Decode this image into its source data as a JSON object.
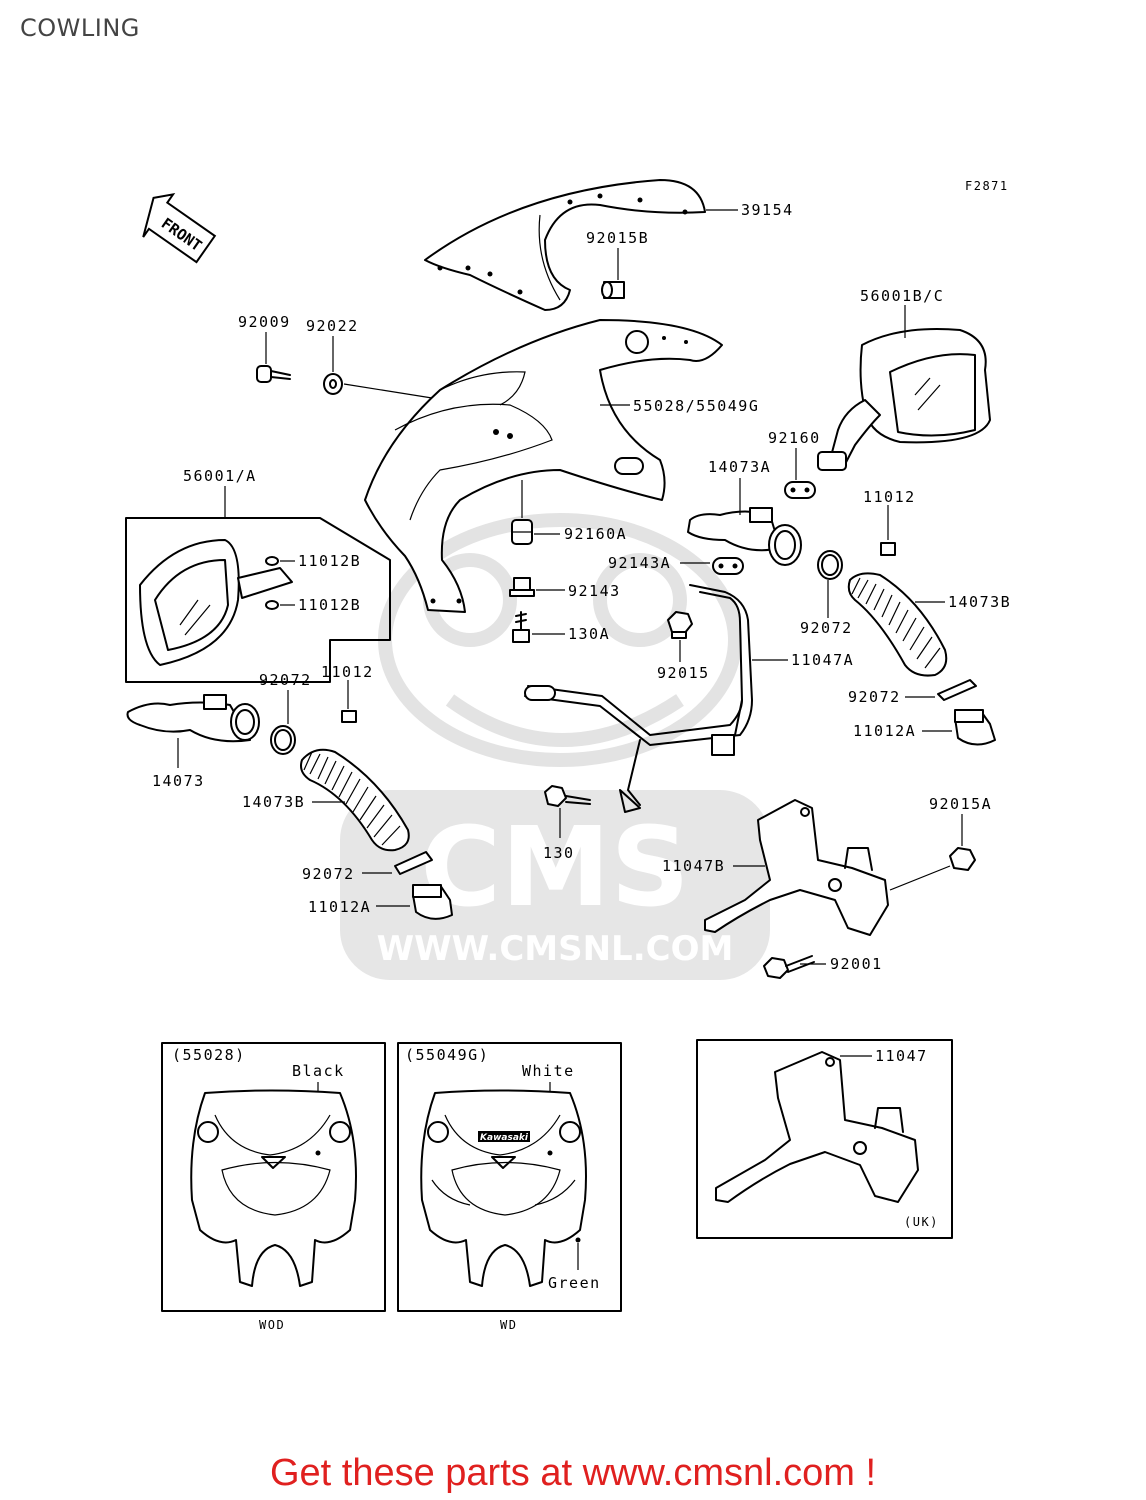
{
  "page": {
    "title": "COWLING",
    "footer": "Get these parts at www.cmsnl.com !"
  },
  "diagram": {
    "figure_code": "F2871",
    "front_arrow": "FRONT",
    "watermark": {
      "brand": "CMS",
      "url": "WWW.CMSNL.COM"
    },
    "labels": {
      "p39154": "39154",
      "p92015B": "92015B",
      "p56001BC": "56001B/C",
      "p92009": "92009",
      "p92022": "92022",
      "p55028_55049G": "55028/55049G",
      "p92160": "92160",
      "p14073A": "14073A",
      "p11012_r": "11012",
      "p56001A": "56001/A",
      "p11012B_1": "11012B",
      "p11012B_2": "11012B",
      "p92160A": "92160A",
      "p92143A": "92143A",
      "p92143": "92143",
      "p130A": "130A",
      "p92072_r1": "92072",
      "p14073B_r": "14073B",
      "p92015": "92015",
      "p11047A": "11047A",
      "p92072_r2": "92072",
      "p11012A_r": "11012A",
      "p92072_l1": "92072",
      "p11012_l": "11012",
      "p14073": "14073",
      "p14073B_l": "14073B",
      "p130": "130",
      "p92015A": "92015A",
      "p11047B": "11047B",
      "p92072_l2": "92072",
      "p11012A_l": "11012A",
      "p92001": "92001"
    },
    "insets": [
      {
        "code": "(55028)",
        "color": "Black",
        "caption": "WOD"
      },
      {
        "code": "(55049G)",
        "color_top": "White",
        "color_bottom": "Green",
        "caption": "WD",
        "logo": "Kawasaki"
      },
      {
        "code": "11047",
        "caption": "(UK)"
      }
    ]
  }
}
